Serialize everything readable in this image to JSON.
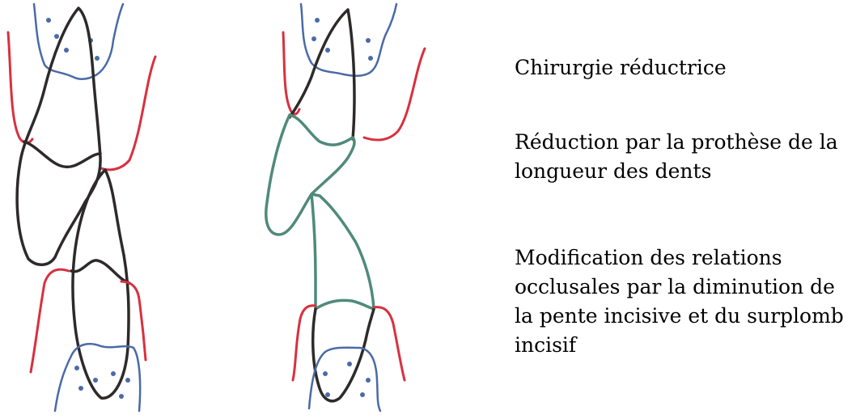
{
  "captions": {
    "surgery": "Chirurgie réductrice",
    "prosthesis": "Réduction par la prothèse de la longueur des dents",
    "occlusion": "Modification des relations occlusales par la diminution de la pente incisive et du surplomb incisif"
  },
  "colors": {
    "tooth_outline": "#2e2a2a",
    "gingiva": "#d9303f",
    "bone": "#4a6aa8",
    "prosthesis": "#4f8a7a"
  }
}
